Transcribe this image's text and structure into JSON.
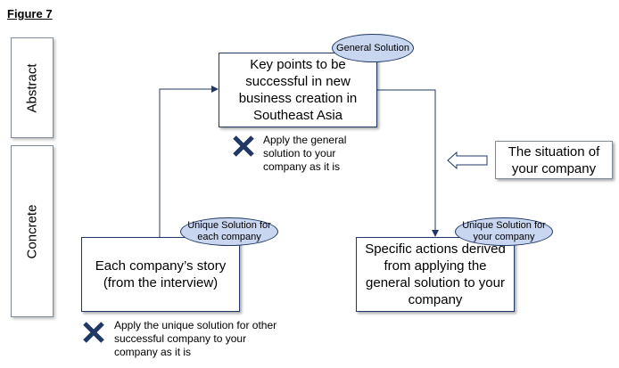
{
  "figure_title": "Figure 7",
  "levels": {
    "abstract": "Abstract",
    "concrete": "Concrete"
  },
  "general_box": {
    "text": "Key points to be successful in new business creation in Southeast Asia",
    "tag": "General Solution"
  },
  "general_note": "Apply the general solution to your company as it is",
  "story_box": {
    "text": "Each company’s story (from the interview)",
    "tag": "Unique Solution for each company"
  },
  "story_note": "Apply the unique solution for other successful company to your company as it is",
  "actions_box": {
    "text": "Specific actions derived from applying the general solution to your company",
    "tag": "Unique Solution for your company"
  },
  "situation_box": {
    "text": "The situation of your company"
  },
  "colors": {
    "line": "#1f3864",
    "ellipse_fill": "#c9d6f0",
    "x_mark": "#1f3864"
  }
}
